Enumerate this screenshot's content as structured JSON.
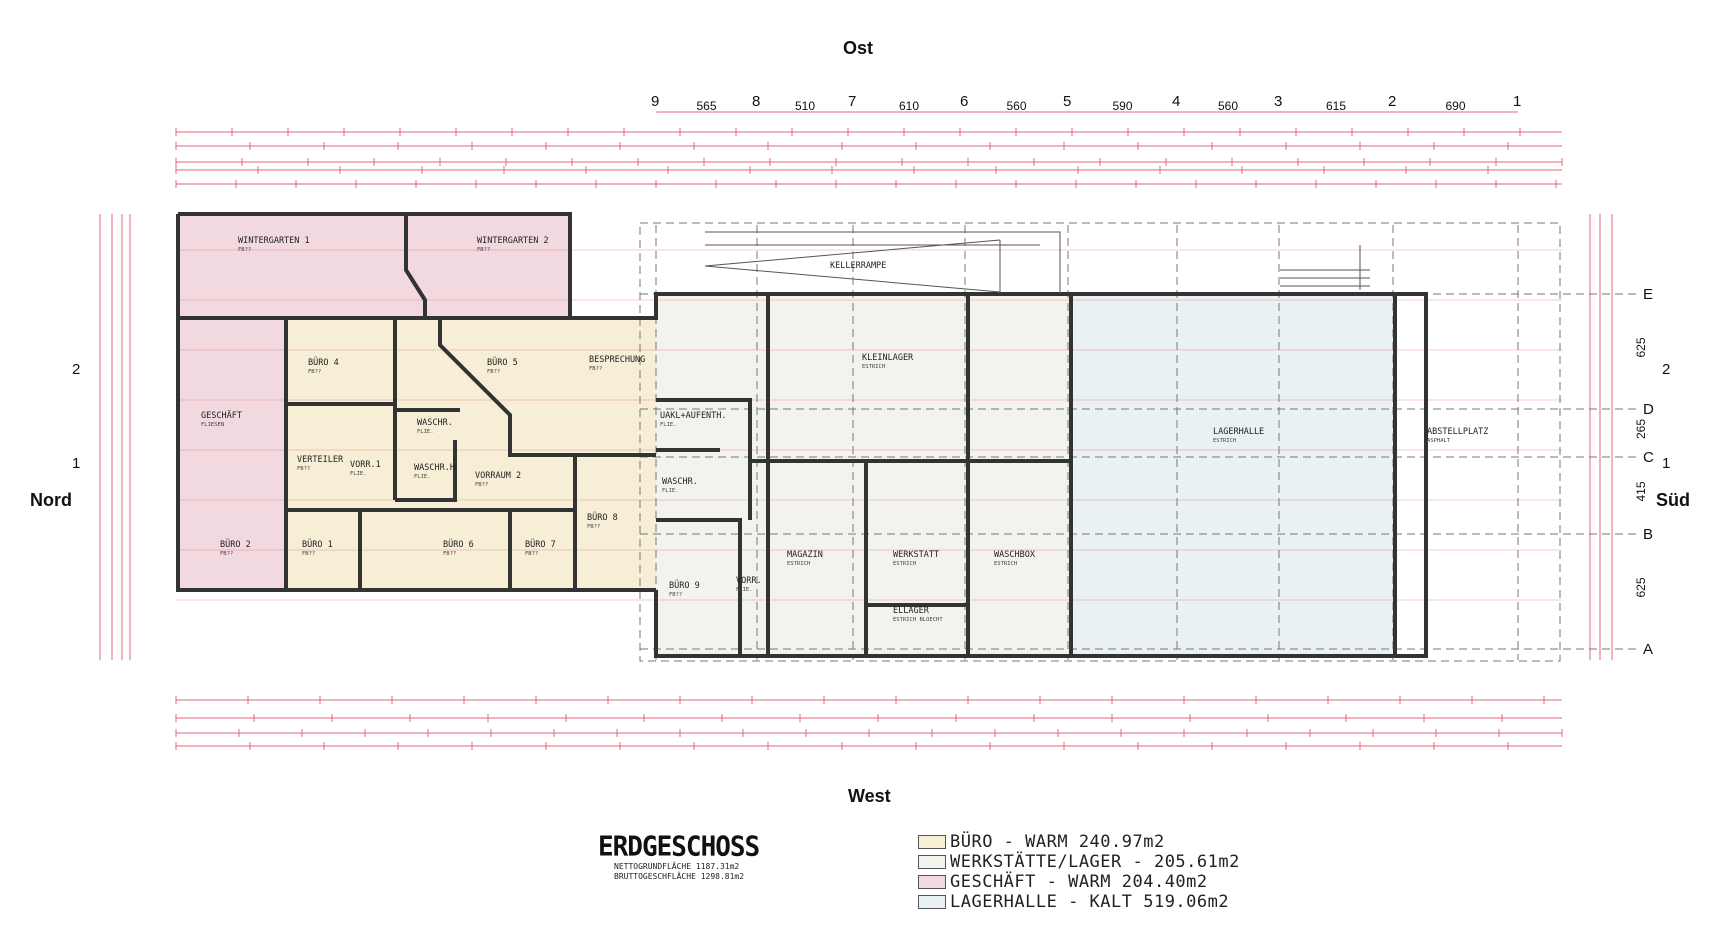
{
  "compass": {
    "north": "Nord",
    "south": "Süd",
    "east": "Ost",
    "west": "West"
  },
  "axes": {
    "columns": [
      "9",
      "8",
      "7",
      "6",
      "5",
      "4",
      "3",
      "2",
      "1"
    ],
    "column_spacings": [
      "565",
      "510",
      "610",
      "560",
      "590",
      "560",
      "615",
      "690"
    ],
    "rows": [
      "E",
      "D",
      "C",
      "B",
      "A"
    ],
    "row_spacings": [
      "625",
      "265",
      "415",
      "625"
    ],
    "section_marks": [
      "2",
      "1"
    ]
  },
  "rooms": [
    {
      "name": "WINTERGARTEN 1",
      "floor": "FB??"
    },
    {
      "name": "WINTERGARTEN 2",
      "floor": "FB??"
    },
    {
      "name": "BÜRO 4",
      "floor": "FB??"
    },
    {
      "name": "BÜRO 5",
      "floor": "FB??"
    },
    {
      "name": "BESPRECHUNG",
      "floor": "FB??"
    },
    {
      "name": "GESCHÄFT",
      "floor": "FLIESEN"
    },
    {
      "name": "VERTEILER",
      "floor": "FB??"
    },
    {
      "name": "VORR.1",
      "floor": "FLIE."
    },
    {
      "name": "WASCHR.",
      "floor": "FLIE."
    },
    {
      "name": "WASCHR.H",
      "floor": "FLIE."
    },
    {
      "name": "VORRAUM 2",
      "floor": "FB??"
    },
    {
      "name": "UAKL+AUFENTH.",
      "floor": "FLIE."
    },
    {
      "name": "WASCHR.",
      "floor": "FLIE."
    },
    {
      "name": "BÜRO 8",
      "floor": "FB??"
    },
    {
      "name": "BÜRO 2",
      "floor": "FB??"
    },
    {
      "name": "BÜRO 1",
      "floor": "FB??"
    },
    {
      "name": "BÜRO 6",
      "floor": "FB??"
    },
    {
      "name": "BÜRO 7",
      "floor": "FB??"
    },
    {
      "name": "BÜRO 9",
      "floor": "FB??"
    },
    {
      "name": "VORR.",
      "floor": "FLIE."
    },
    {
      "name": "KLEINLAGER",
      "floor": "ESTRICH"
    },
    {
      "name": "MAGAZIN",
      "floor": "ESTRICH"
    },
    {
      "name": "WERKSTATT",
      "floor": "ESTRICH"
    },
    {
      "name": "WASCHBOX",
      "floor": "ESTRICH"
    },
    {
      "name": "ELLAGER",
      "floor": "ESTRICH BLOECHT"
    },
    {
      "name": "KELLERRAMPE",
      "floor": ""
    },
    {
      "name": "LAGERHALLE",
      "floor": "ESTRICH"
    },
    {
      "name": "ABSTELLPLATZ",
      "floor": "ASPHALT"
    }
  ],
  "title": {
    "name": "ERDGESCHOSS",
    "net": "NETTOGRUNDFLÄCHE 1187.31m2",
    "gross": "BRUTTOGESCHFLÄCHE 1298.81m2"
  },
  "legend": [
    {
      "label": "BÜRO - WARM 240.97m2",
      "color": "#f6efd6"
    },
    {
      "label": "WERKSTÄTTE/LAGER - 205.61m2",
      "color": "#f3f3ee"
    },
    {
      "label": "GESCHÄFT - WARM 204.40m2",
      "color": "#f2d9e0"
    },
    {
      "label": "LAGERHALLE - KALT 519.06m2",
      "color": "#e9f1f4"
    }
  ],
  "colors": {
    "dimension": "#e06a78",
    "wall": "#333333"
  }
}
